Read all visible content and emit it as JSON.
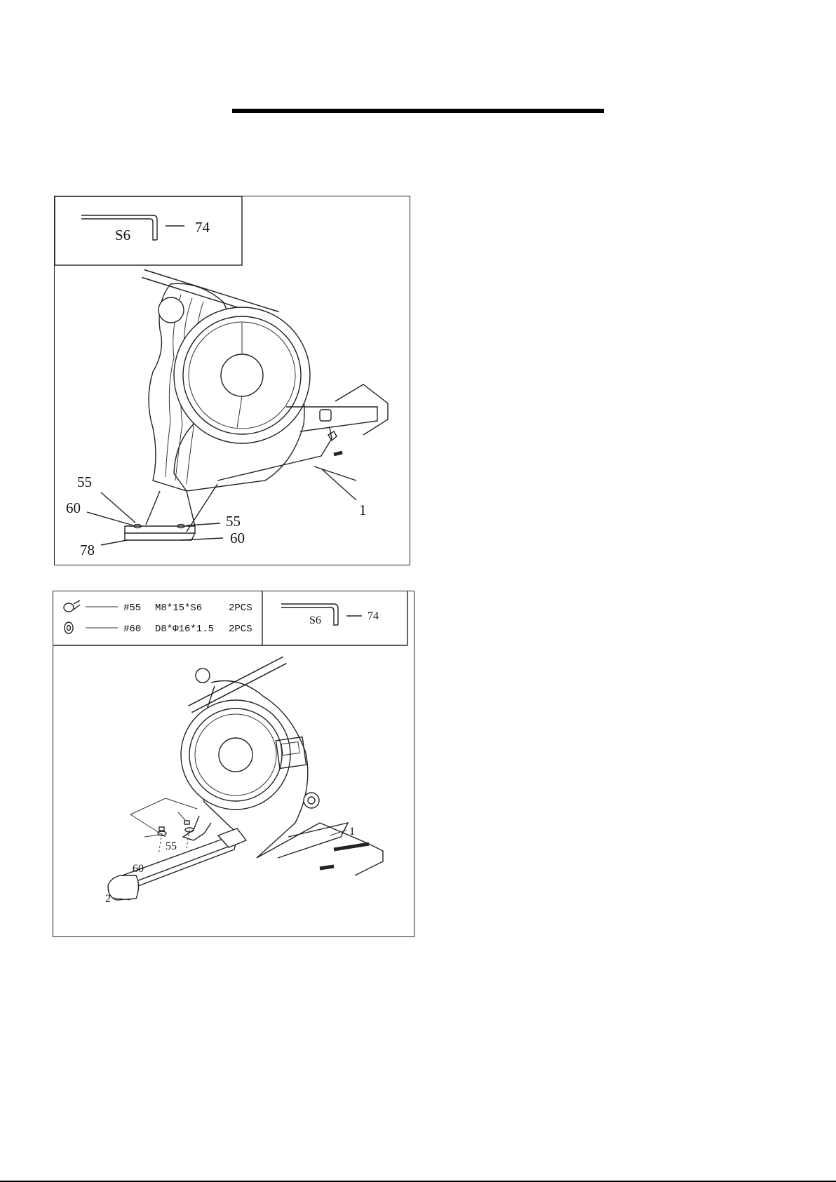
{
  "step1": {
    "tool": {
      "size_label": "S6",
      "part_no": "74"
    },
    "callouts": {
      "frame": "1",
      "bolt_left": "55",
      "washer_left": "60",
      "bolt_right": "55",
      "washer_right": "60",
      "rear_stabilizer": "78"
    }
  },
  "step2": {
    "hardware": [
      {
        "id": "#55",
        "spec": "M8*15*S6",
        "qty": "2PCS",
        "icon": "bolt-icon"
      },
      {
        "id": "#60",
        "spec": "D8*Φ16*1.5",
        "qty": "2PCS",
        "icon": "washer-icon"
      }
    ],
    "tool": {
      "size_label": "S6",
      "part_no": "74"
    },
    "callouts": {
      "frame": "1",
      "bolt": "55",
      "washer": "60",
      "front_stabilizer": "2"
    }
  }
}
